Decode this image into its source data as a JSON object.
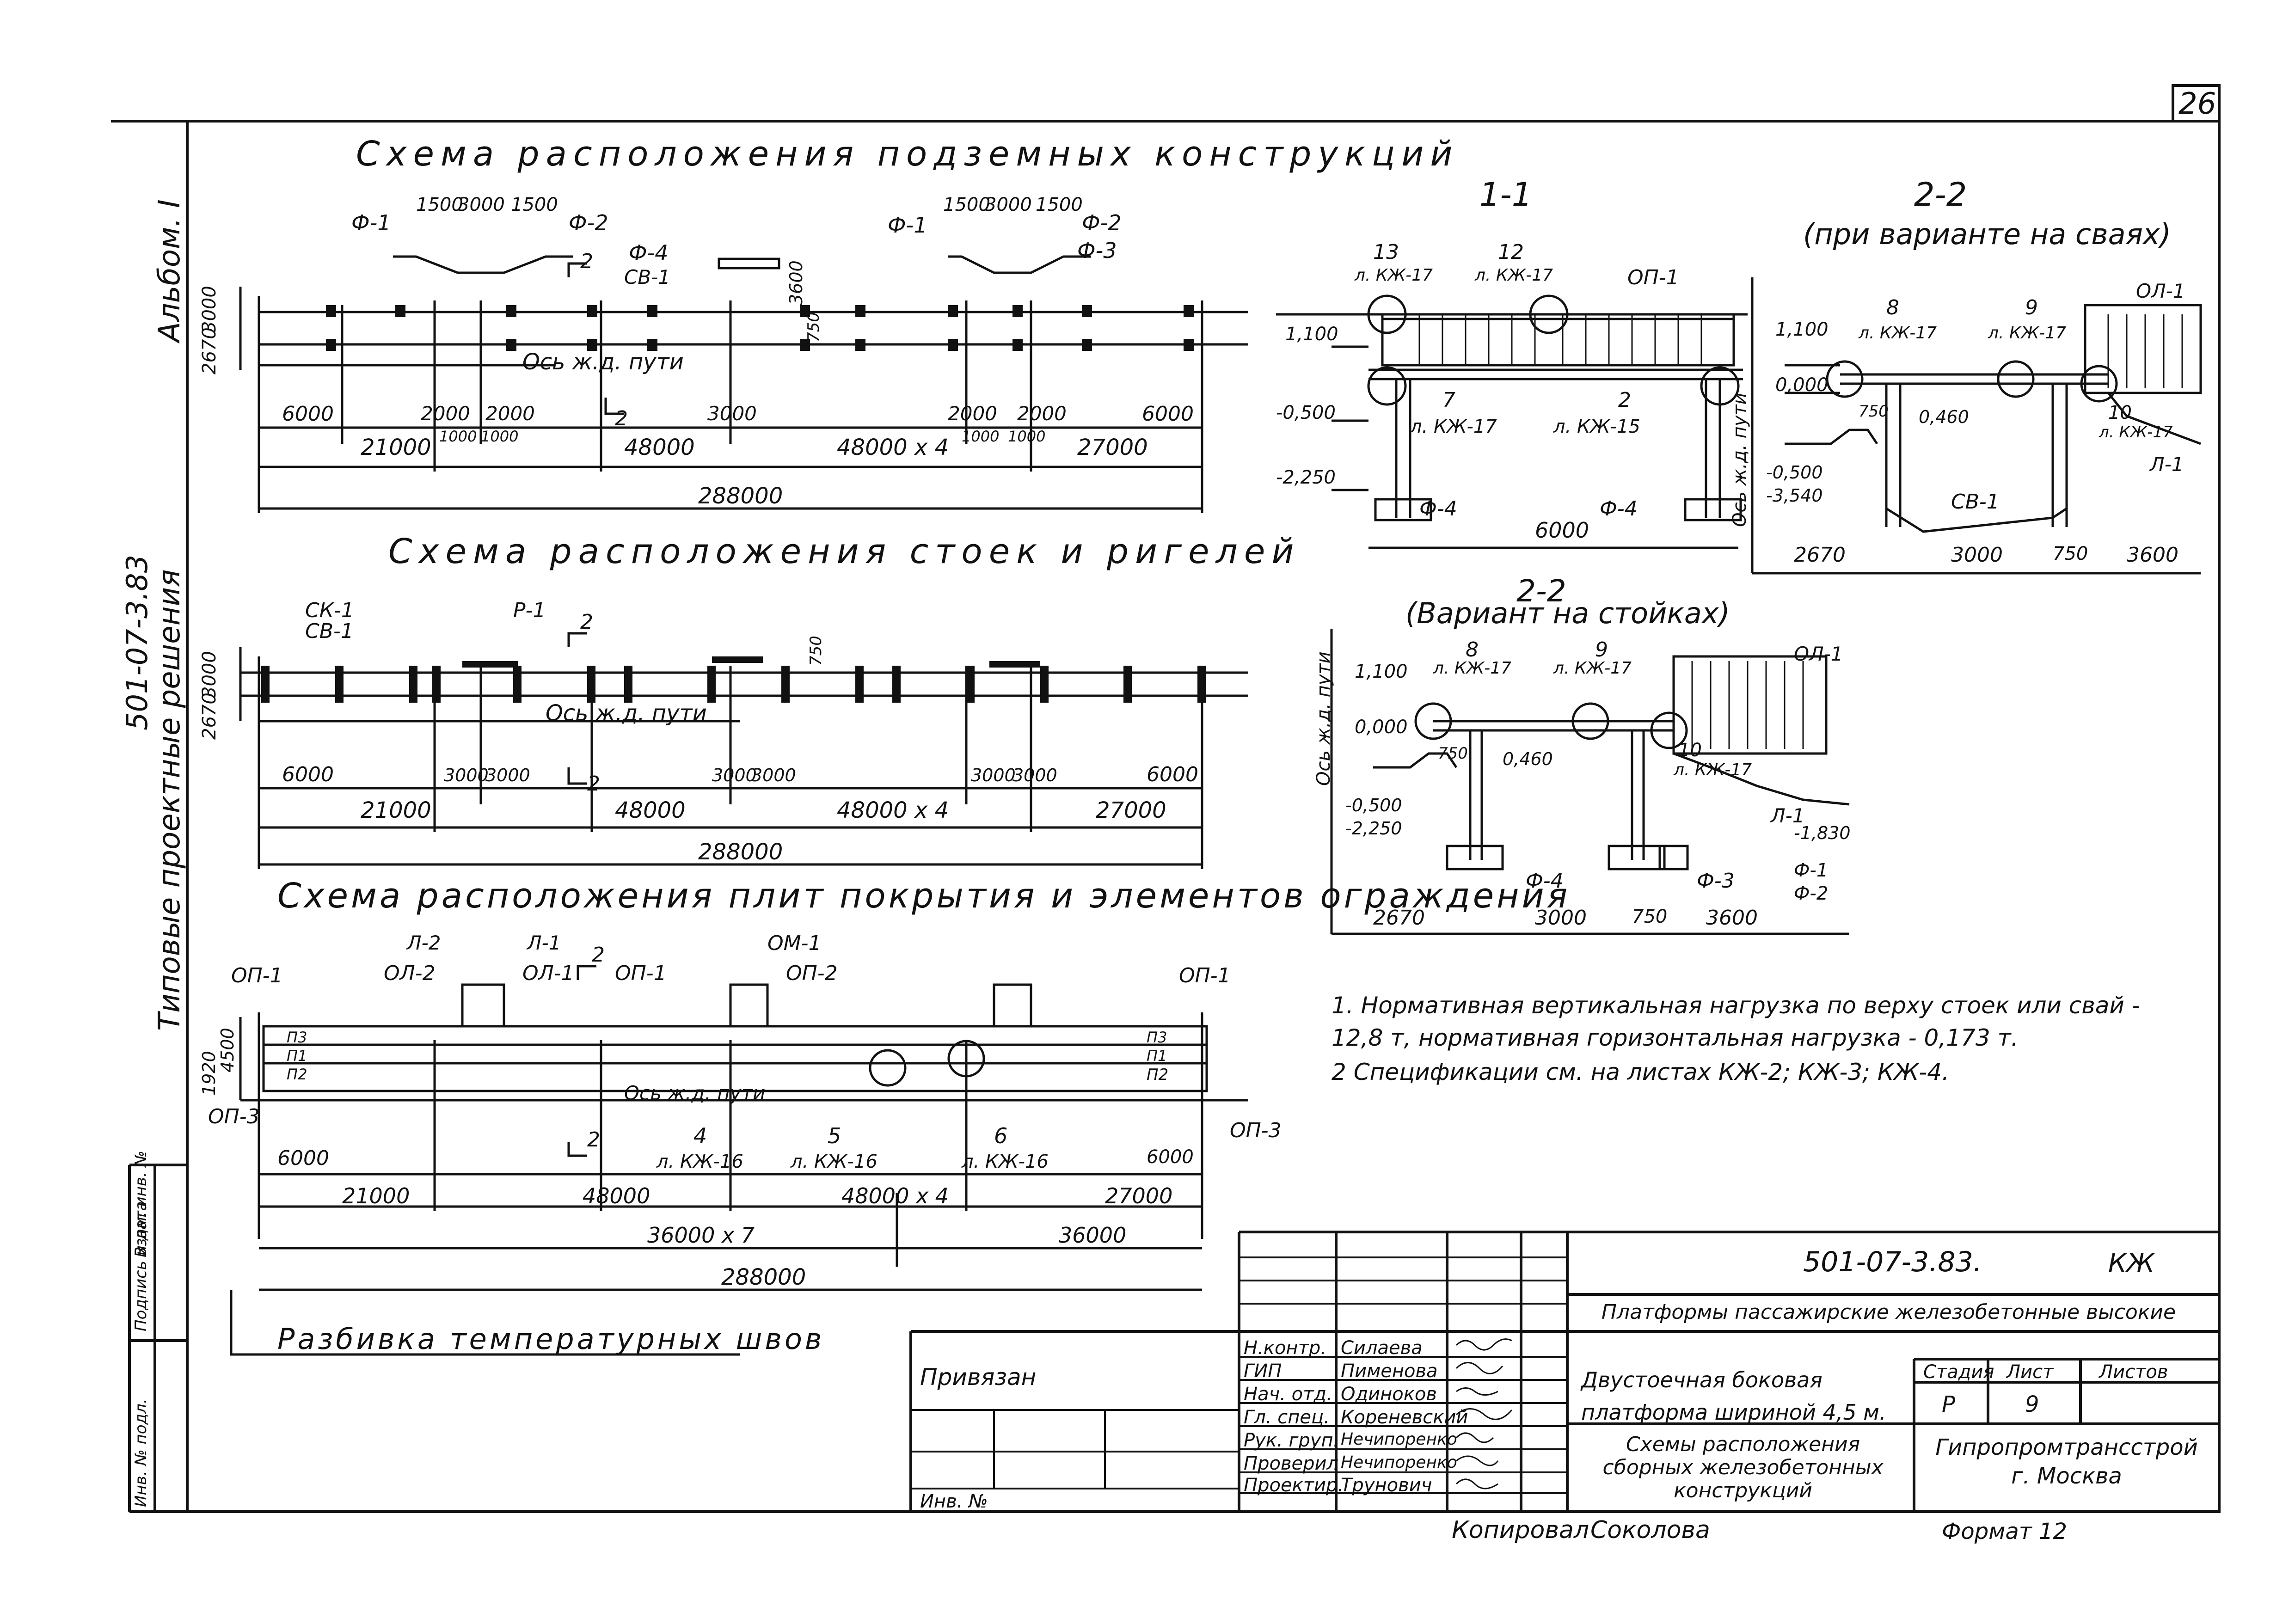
{
  "sheet_number": "26",
  "side_stamp": {
    "album": "Альбом. I",
    "code": "501-07-3.83",
    "series": "Типовые проектные решения",
    "columns": [
      "Инв. № подл.",
      "Подпись и дата",
      "Взам. инв. №"
    ]
  },
  "sections": {
    "underground_title": "Схема расположения подземных конструкций",
    "columns_title": "Схема расположения стоек и ригелей",
    "slabs_title": "Схема расположения плит покрытия и элементов ограждения",
    "temperature_joints": "Разбивка температурных швов",
    "section_1_1": "1-1",
    "section_2_2": "2-2",
    "section_2_2_piles_note": "(при варианте на сваях)",
    "section_2_2_b": "2-2",
    "section_2_2_columns_note": "(Вариант на стойках)"
  },
  "plan1": {
    "labels": [
      "Ф-1",
      "1500",
      "3000",
      "1500",
      "Ф-2",
      "Ф-4",
      "СВ-1",
      "2",
      "3600",
      "Ф-1",
      "1500",
      "3000",
      "1500",
      "Ф-2",
      "Ф-3",
      "750",
      "Ось ж.д. пути",
      "2"
    ],
    "side_dims": [
      "2670",
      "3000"
    ],
    "dims_row1": [
      "6000",
      "2000",
      "2000",
      "3000",
      "2000",
      "2000",
      "6000"
    ],
    "dims_small": [
      "1000",
      "1000",
      "1000",
      "1000"
    ],
    "dims_row2": [
      "21000",
      "48000",
      "48000 х 4",
      "27000"
    ],
    "total": "288000"
  },
  "plan2": {
    "labels": [
      "СК-1",
      "СВ-1",
      "Р-1",
      "2",
      "750",
      "Ось ж.д. пути",
      "2"
    ],
    "side_dims": [
      "2670",
      "3000"
    ],
    "dims_row1": [
      "6000",
      "3000",
      "3000",
      "3000",
      "3000",
      "3000",
      "3000",
      "6000"
    ],
    "dims_row2": [
      "21000",
      "48000",
      "48000 х 4",
      "27000"
    ],
    "total": "288000"
  },
  "plan3": {
    "labels": [
      "ОП-1",
      "Л-2",
      "ОЛ-2",
      "Л-1",
      "ОЛ-1",
      "2",
      "ОП-1",
      "ОМ-1",
      "ОП-2",
      "ОП-1",
      "П3",
      "П1",
      "П2",
      "П3",
      "П1",
      "П2",
      "ОП-3",
      "Ось ж.д. пути",
      "ОП-3",
      "2"
    ],
    "side_dims": [
      "1920",
      "4500"
    ],
    "callouts": [
      {
        "num": "4",
        "ref": "л. КЖ-16"
      },
      {
        "num": "5",
        "ref": "л. КЖ-16"
      },
      {
        "num": "6",
        "ref": "л. КЖ-16"
      }
    ],
    "dims_row1": [
      "6000",
      "6000"
    ],
    "dims_row2": [
      "21000",
      "48000",
      "48000 х 4",
      "27000"
    ],
    "dims_row3": [
      "36000 х 7",
      "36000"
    ],
    "total": "288000"
  },
  "sec11": {
    "callouts": [
      {
        "num": "13",
        "ref": "л. КЖ-17"
      },
      {
        "num": "12",
        "ref": "л. КЖ-17"
      },
      {
        "num": "7",
        "ref": "л. КЖ-17"
      },
      {
        "num": "2",
        "ref": "л. КЖ-15"
      }
    ],
    "labels": [
      "ОП-1",
      "Ф-4",
      "Ф-4"
    ],
    "levels": [
      "1,100",
      "-0,500",
      "-2,250"
    ],
    "width": "6000"
  },
  "sec22a": {
    "callouts": [
      {
        "num": "8",
        "ref": "л. КЖ-17"
      },
      {
        "num": "9",
        "ref": "л. КЖ-17"
      },
      {
        "num": "10",
        "ref": "л. КЖ-17"
      }
    ],
    "labels": [
      "ОЛ-1",
      "Л-1",
      "СВ-1",
      "Ось ж.д. пути"
    ],
    "levels": [
      "1,100",
      "0,000",
      "-0,500",
      "-3,540"
    ],
    "small_dims": [
      "750",
      "0,460"
    ],
    "dims": [
      "2670",
      "3000",
      "750",
      "3600"
    ]
  },
  "sec22b": {
    "callouts": [
      {
        "num": "8",
        "ref": "л. КЖ-17"
      },
      {
        "num": "9",
        "ref": "л. КЖ-17"
      },
      {
        "num": "10",
        "ref": "л. КЖ-17"
      }
    ],
    "labels": [
      "ОЛ-1",
      "Л-1",
      "Ф-4",
      "Ф-3",
      "Ф-1",
      "Ф-2",
      "Ось ж.д. пути"
    ],
    "levels": [
      "1,100",
      "0,000",
      "-0,500",
      "-2,250",
      "-1,830"
    ],
    "small_dims": [
      "750",
      "0,460"
    ],
    "dims": [
      "2670",
      "3000",
      "750",
      "3600"
    ]
  },
  "notes": [
    "1. Нормативная вертикальная нагрузка по верху стоек или свай - 12,8 т, нормативная горизонтальная нагрузка - 0,173 т.",
    "2 Спецификации см. на листах КЖ-2; КЖ-3; КЖ-4."
  ],
  "title_block": {
    "doc_code": "501-07-3.83.",
    "mark": "КЖ",
    "project": "Платформы пассажирские железобетонные высокие",
    "subject": "Двустоечная боковая платформа шириной 4,5 м.",
    "drawing": "Схемы расположения сборных железобетонных конструкций",
    "stage_label": "Стадия",
    "sheet_label": "Лист",
    "sheets_label": "Листов",
    "stage": "Р",
    "sheet": "9",
    "sheets": "",
    "org": "Гипропромтрансстрой г. Москва",
    "bound_label": "Привязан",
    "inv_label": "Инв. №",
    "signatories": [
      {
        "role": "Н.контр.",
        "name": "Силаева"
      },
      {
        "role": "ГИП",
        "name": "Пименова"
      },
      {
        "role": "Нач. отд.",
        "name": "Одиноков"
      },
      {
        "role": "Гл. спец.",
        "name": "Кореневский"
      },
      {
        "role": "Рук. груп.",
        "name": "Нечипоренко"
      },
      {
        "role": "Проверил",
        "name": "Нечипоренко"
      },
      {
        "role": "Проектир.",
        "name": "Трунович"
      }
    ]
  },
  "footer": {
    "copied_label": "Копировал",
    "copied_name": "Соколова",
    "format": "Формат 12"
  }
}
